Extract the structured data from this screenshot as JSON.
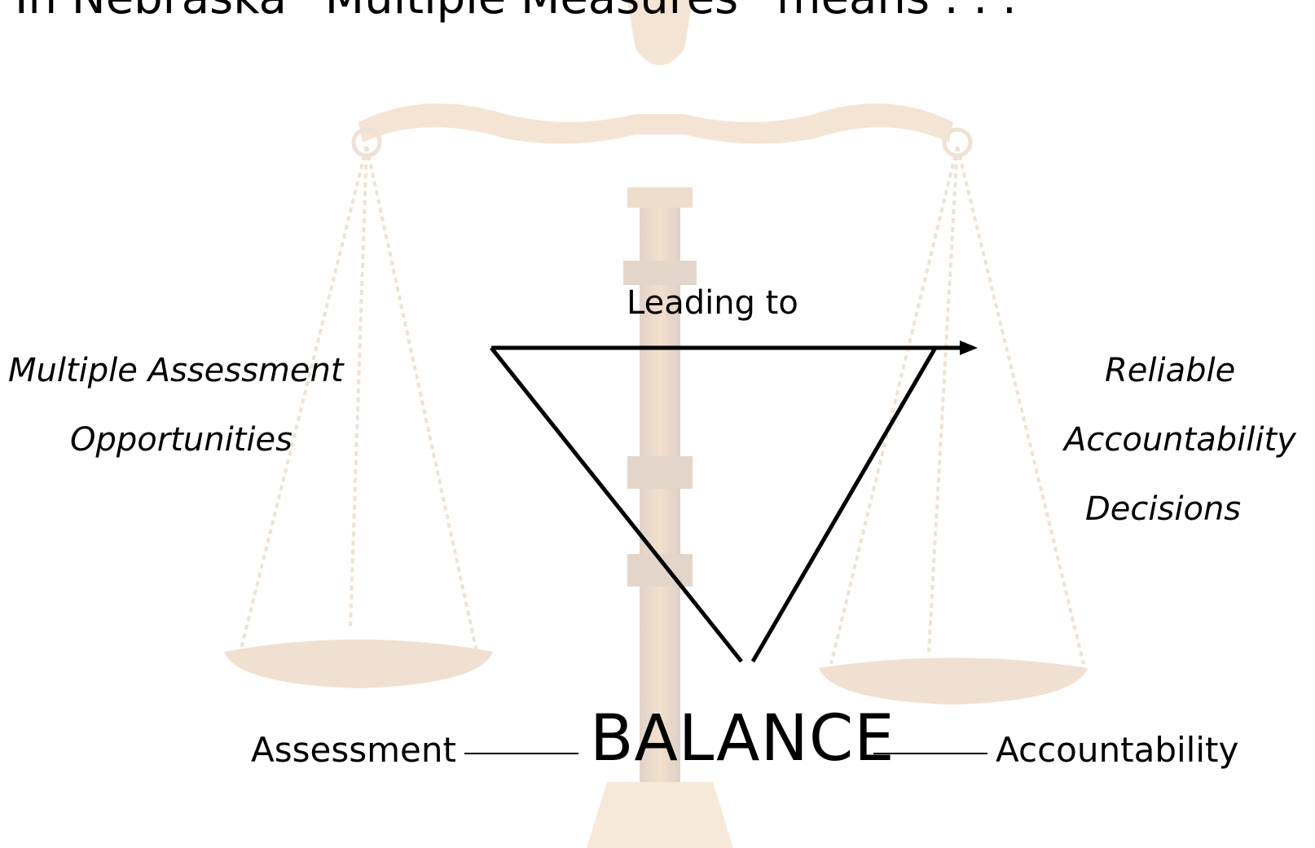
{
  "slide": {
    "title": "In Nebraska “Multiple Measures” means . . .",
    "arrow_label": "Leading to",
    "left_text": {
      "line1": "Multiple Assessment",
      "line2": "Opportunities"
    },
    "right_text": {
      "line1": "Reliable",
      "line2": "Accountability",
      "line3": "Decisions"
    },
    "bottom": {
      "left": "Assessment",
      "center": "BALANCE",
      "right": "Accountability"
    }
  },
  "colors": {
    "background": "#ffffff",
    "text": "#000000",
    "lines": "#000000",
    "scale_tint": "#c8731e"
  },
  "icons": {
    "background_image": "scales-of-justice-icon",
    "arrow": "arrow-right-icon"
  }
}
